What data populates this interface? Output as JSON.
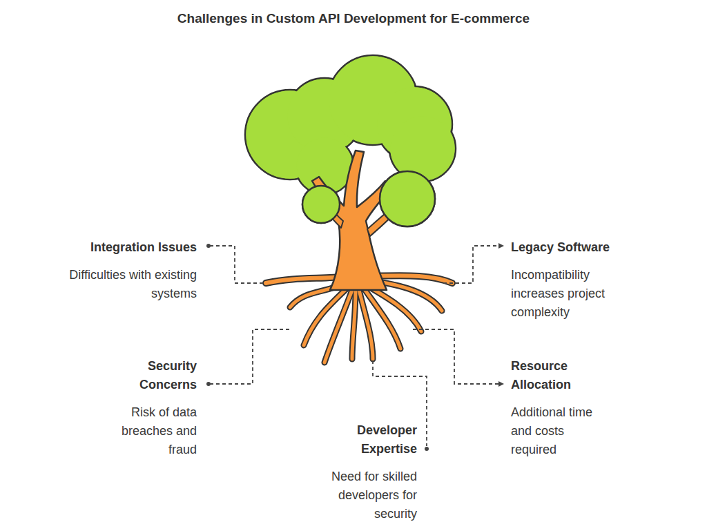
{
  "diagram": {
    "title": "Challenges in Custom API Development for E-commerce",
    "labels": [
      "Integration Issues",
      "Difficulties with existing systems",
      "Legacy Software",
      "Incompatibility increases project complexity",
      "Security Concerns",
      "Risk of data breaches and fraud",
      "Developer Expertise",
      "Need for skilled developers for security",
      "Resource Allocation",
      "Additional time and costs required"
    ]
  }
}
